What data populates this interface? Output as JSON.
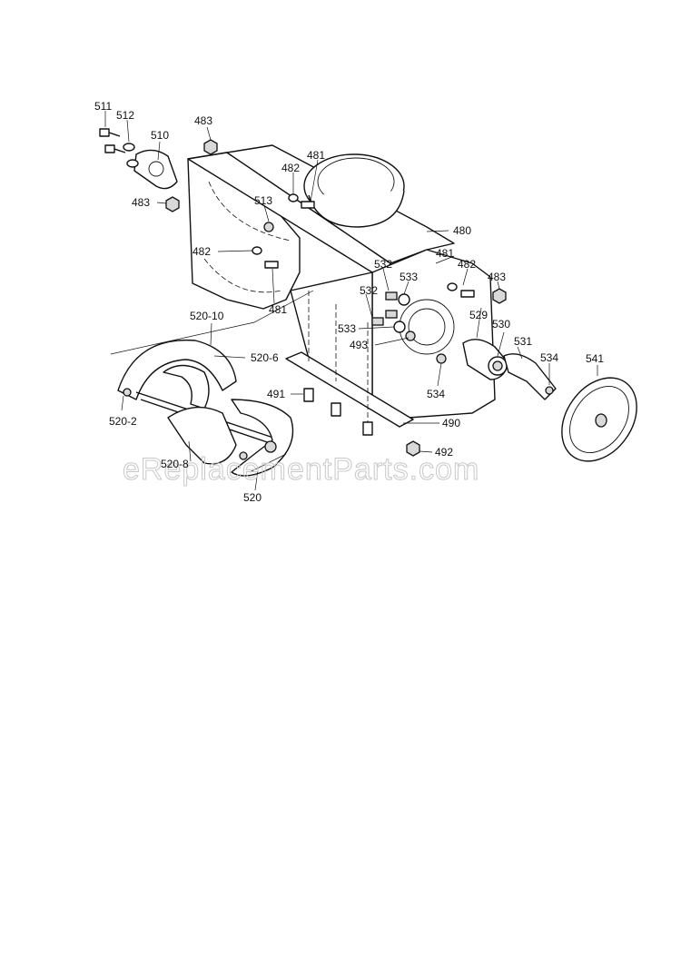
{
  "watermark": "eReplacementParts.com",
  "labels": {
    "p511": "511",
    "p512": "512",
    "p510": "510",
    "p483a": "483",
    "p481a": "481",
    "p482a": "482",
    "p483b": "483",
    "p513": "513",
    "p482b": "482",
    "p481b": "481",
    "p480": "480",
    "p481c": "481",
    "p532a": "532",
    "p533a": "533",
    "p482c": "482",
    "p483c": "483",
    "p532b": "532",
    "p529": "529",
    "p520_10": "520-10",
    "p533b": "533",
    "p493": "493",
    "p530": "530",
    "p531": "531",
    "p520_6": "520-6",
    "p534a": "534",
    "p541": "541",
    "p534b": "534",
    "p491": "491",
    "p520_2": "520-2",
    "p490": "490",
    "p492": "492",
    "p520_8": "520-8",
    "p520": "520"
  }
}
